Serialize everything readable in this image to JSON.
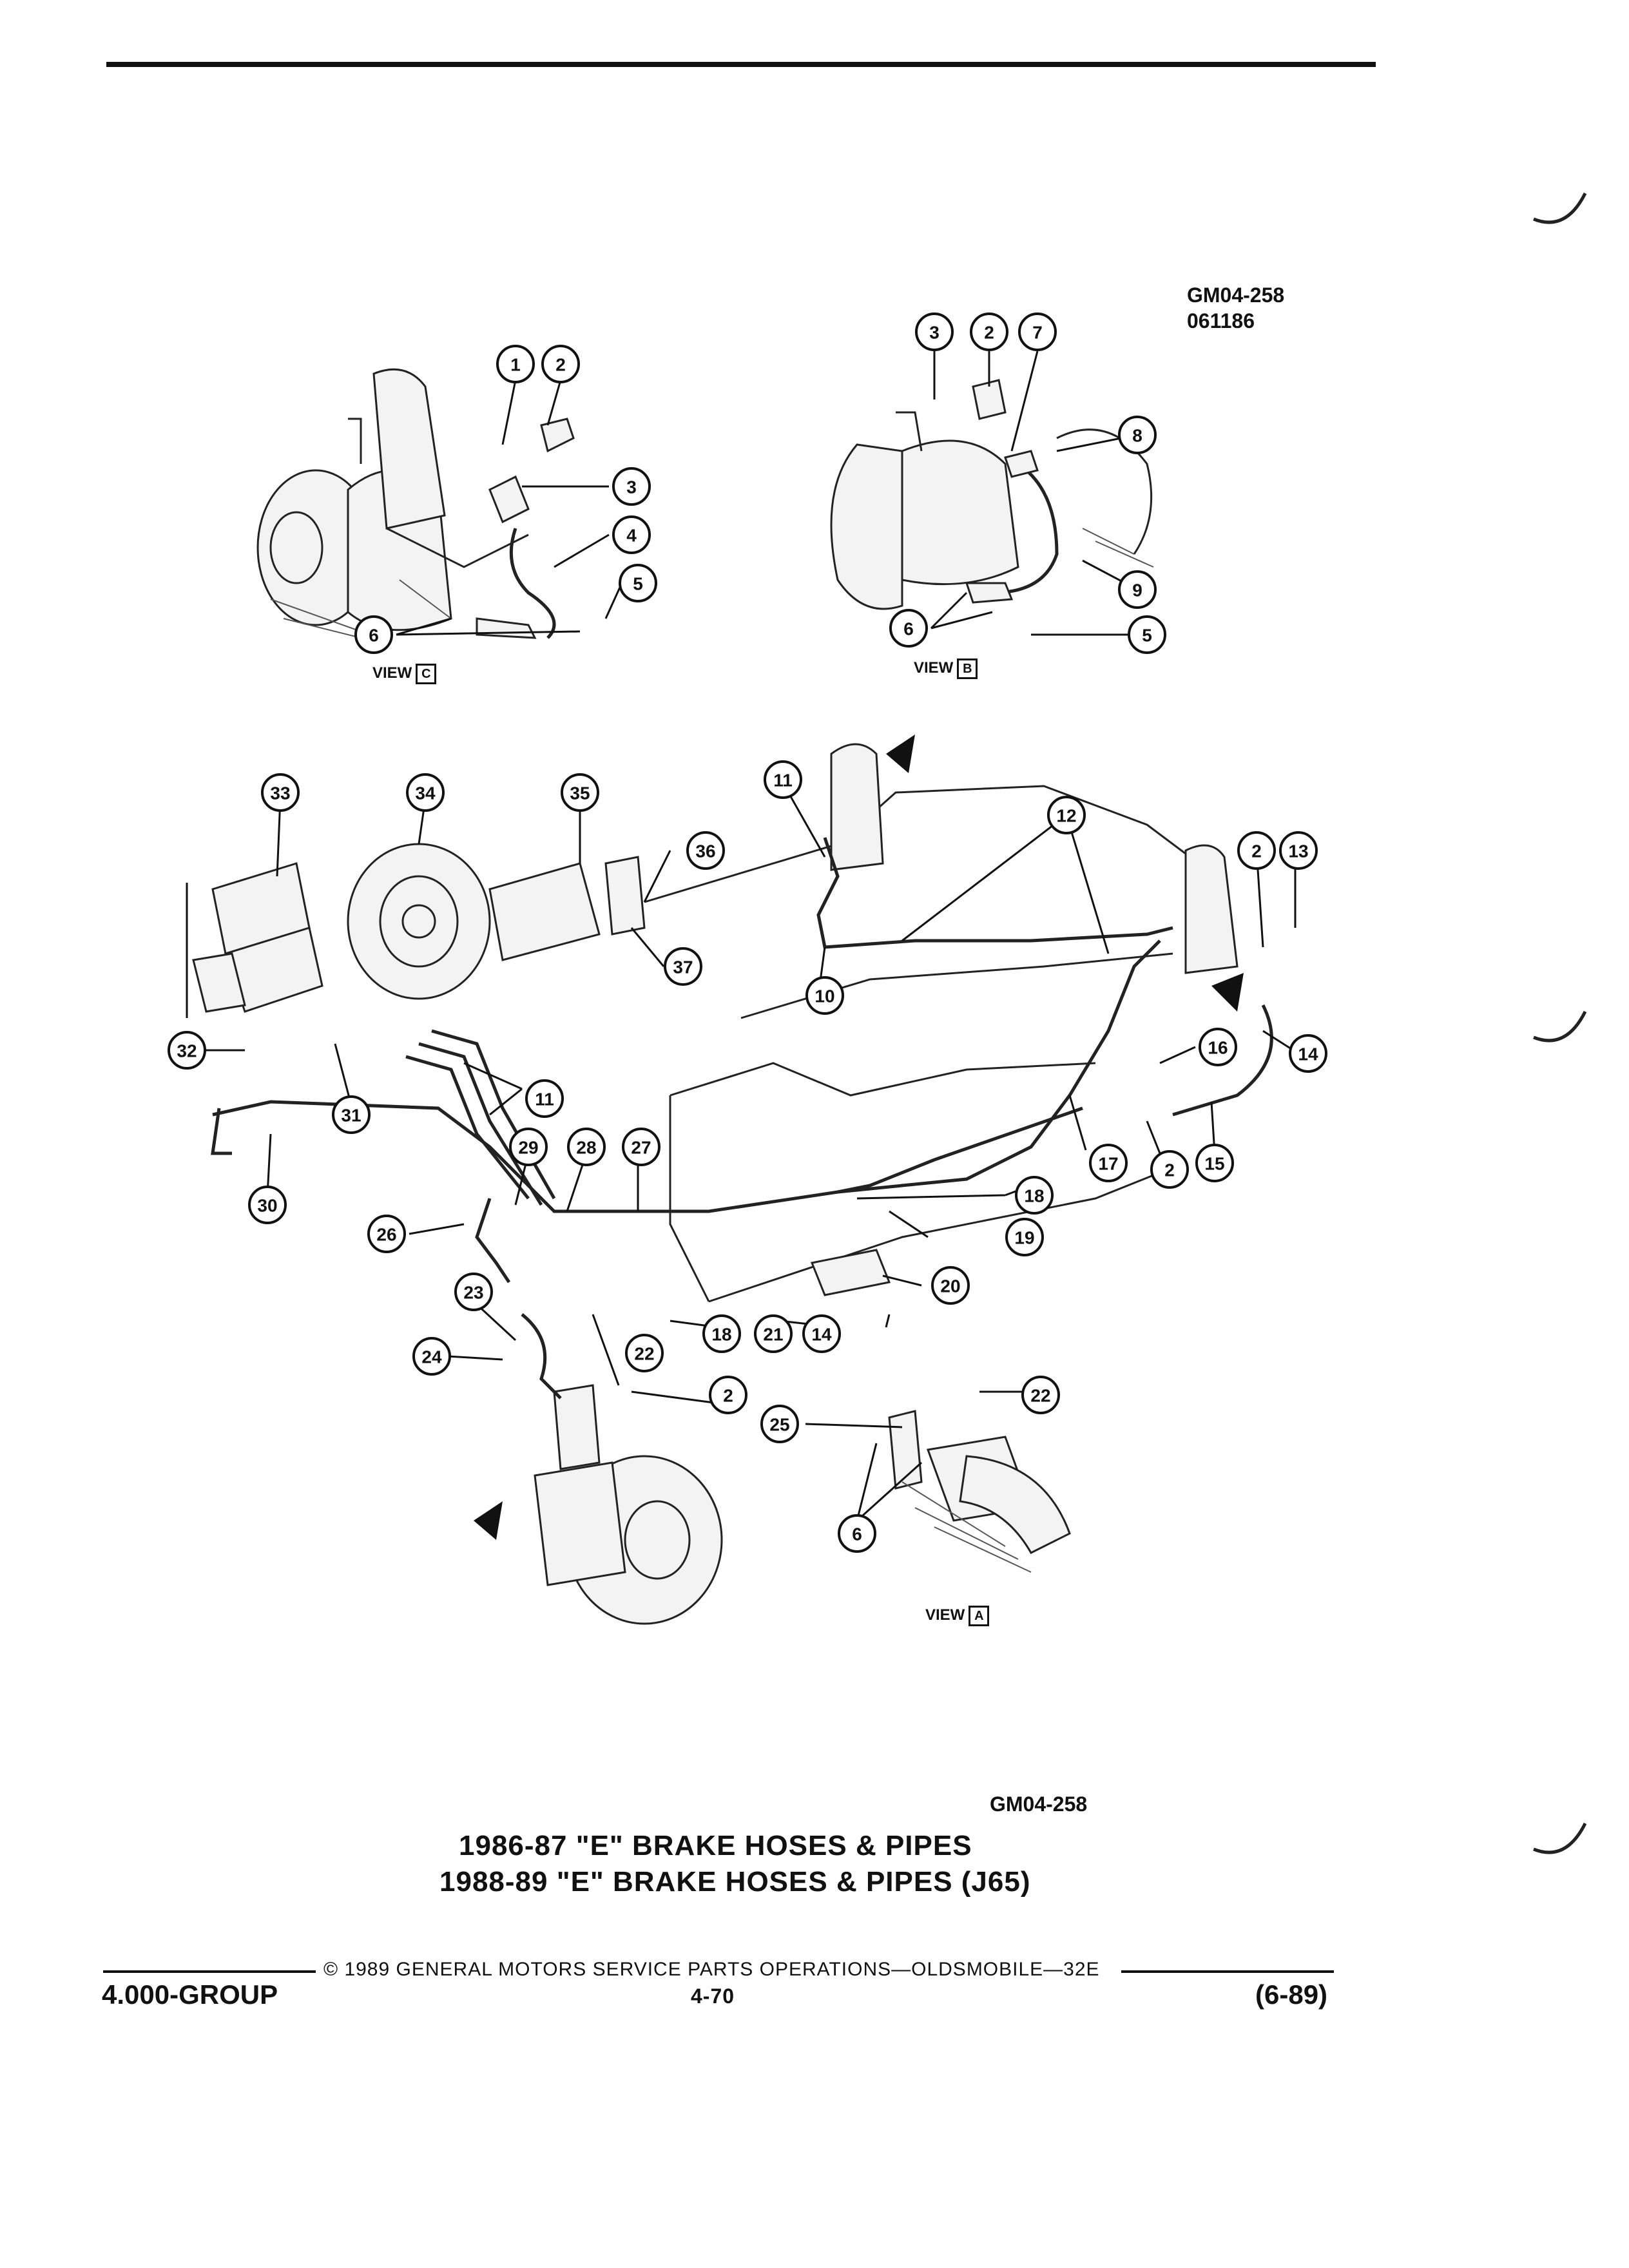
{
  "doc_code_top": "GM04-258",
  "doc_date": "061186",
  "doc_code_bottom": "GM04-258",
  "title_line1": "1986-87 \"E\" BRAKE HOSES & PIPES",
  "title_line2": "1988-89 \"E\" BRAKE HOSES & PIPES (J65)",
  "footer": {
    "copyright": "© 1989 GENERAL MOTORS SERVICE PARTS OPERATIONS—OLDSMOBILE—32E",
    "group": "4.000-GROUP",
    "page": "4-70",
    "date": "(6-89)"
  },
  "views": {
    "c": {
      "label": "VIEW",
      "letter": "C"
    },
    "b": {
      "label": "VIEW",
      "letter": "B"
    },
    "a": {
      "label": "VIEW",
      "letter": "A"
    }
  },
  "callouts": [
    {
      "n": "1"
    },
    {
      "n": "2"
    },
    {
      "n": "3"
    },
    {
      "n": "4"
    },
    {
      "n": "5"
    },
    {
      "n": "6"
    },
    {
      "n": "3"
    },
    {
      "n": "2"
    },
    {
      "n": "7"
    },
    {
      "n": "8"
    },
    {
      "n": "9"
    },
    {
      "n": "6"
    },
    {
      "n": "5"
    },
    {
      "n": "33"
    },
    {
      "n": "34"
    },
    {
      "n": "35"
    },
    {
      "n": "36"
    },
    {
      "n": "37"
    },
    {
      "n": "11"
    },
    {
      "n": "12"
    },
    {
      "n": "2"
    },
    {
      "n": "13"
    },
    {
      "n": "10"
    },
    {
      "n": "32"
    },
    {
      "n": "31"
    },
    {
      "n": "11"
    },
    {
      "n": "30"
    },
    {
      "n": "16"
    },
    {
      "n": "14"
    },
    {
      "n": "17"
    },
    {
      "n": "2"
    },
    {
      "n": "15"
    },
    {
      "n": "29"
    },
    {
      "n": "28"
    },
    {
      "n": "27"
    },
    {
      "n": "26"
    },
    {
      "n": "18"
    },
    {
      "n": "19"
    },
    {
      "n": "20"
    },
    {
      "n": "23"
    },
    {
      "n": "24"
    },
    {
      "n": "22"
    },
    {
      "n": "18"
    },
    {
      "n": "21"
    },
    {
      "n": "14"
    },
    {
      "n": "2"
    },
    {
      "n": "22"
    },
    {
      "n": "25"
    },
    {
      "n": "6"
    }
  ]
}
